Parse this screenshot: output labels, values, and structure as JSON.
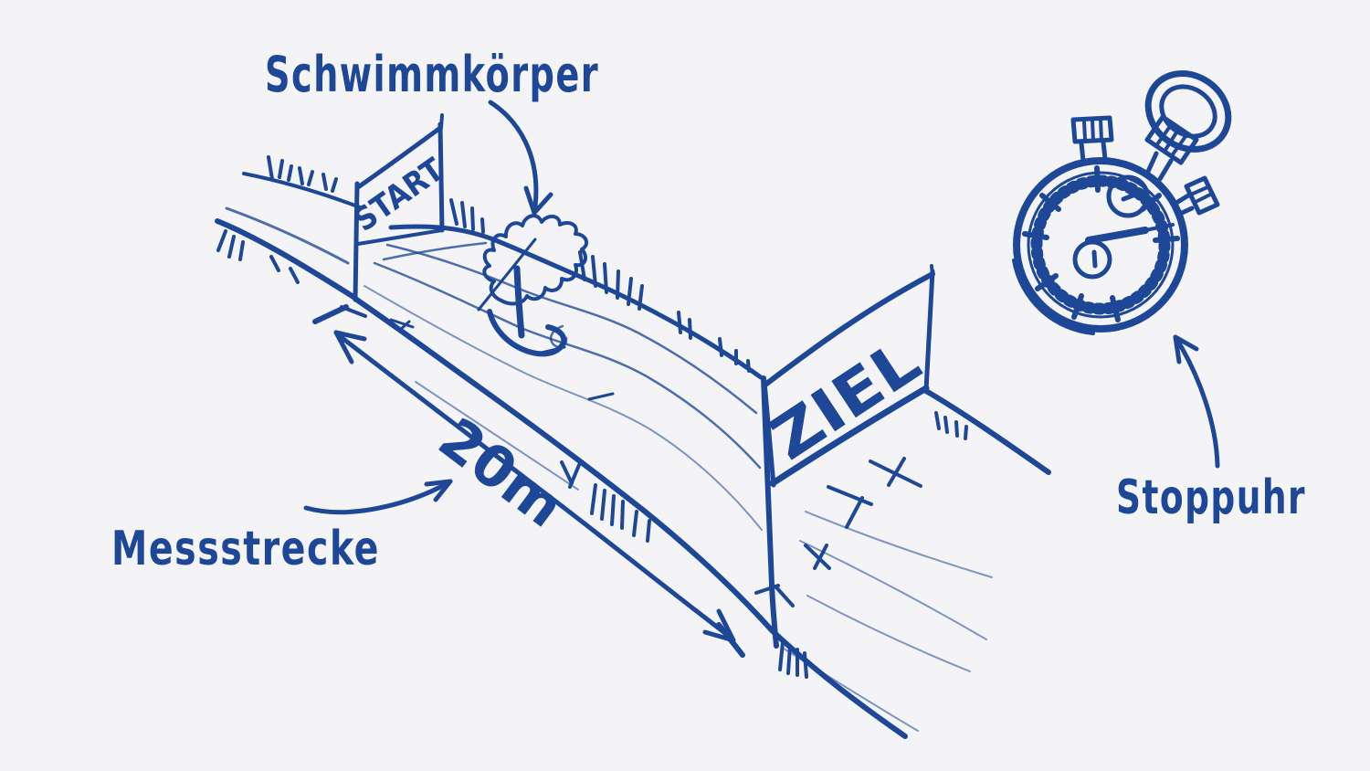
{
  "scene": {
    "background_color": "#f4f4f6",
    "ink_color": "#1e4798"
  },
  "labels": {
    "float_label": "Schwimmkörper",
    "distance_label": "Messstrecke",
    "stopwatch_label": "Stoppuhr",
    "distance_value": "20m",
    "start_sign": "START",
    "finish_sign": "ZIEL"
  }
}
